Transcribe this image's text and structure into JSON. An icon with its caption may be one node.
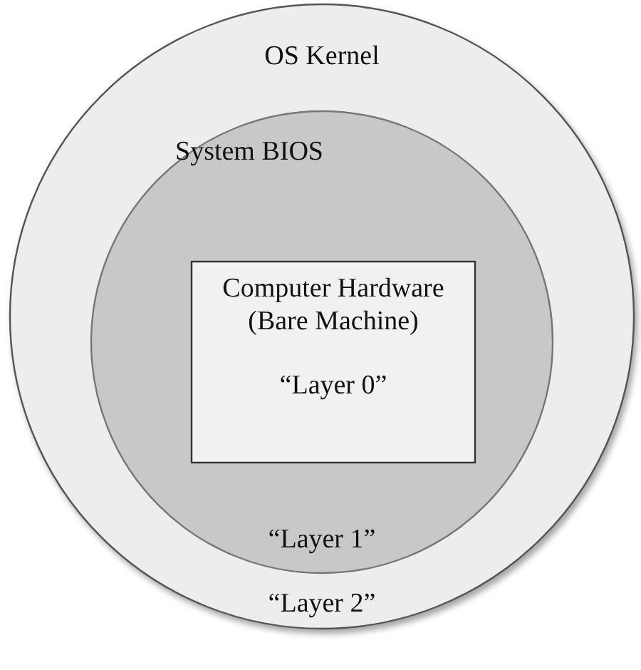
{
  "diagram": {
    "nodes": [
      {
        "text": [
          "OS Kernel",
          "“Layer 2”"
        ]
      },
      {
        "text": [
          "System BIOS",
          "“Layer 1”"
        ],
        "in": 0
      },
      {
        "text": [
          "Computer Hardware (Bare Machine)",
          "“Layer 0”"
        ],
        "in": 1
      }
    ]
  }
}
